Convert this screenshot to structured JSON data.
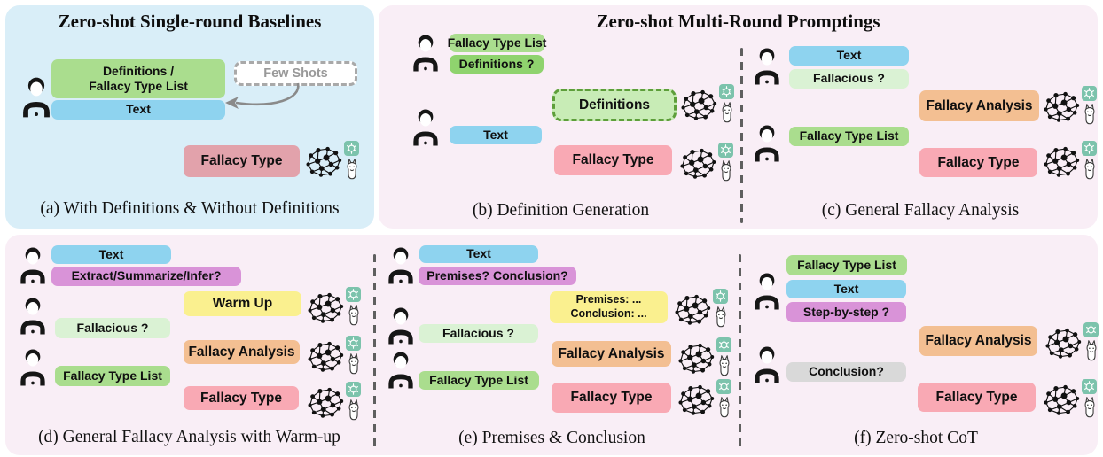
{
  "panel_a": {
    "title": "Zero-shot Single-round Baselines",
    "caption": "(a) With Definitions & Without Definitions",
    "defs_box_line1": "Definitions /",
    "defs_box_line2": "Fallacy Type List",
    "text_box": "Text",
    "few_shots_box": "Few Shots",
    "fallacy_type_box": "Fallacy Type"
  },
  "panel_top": {
    "title": "Zero-shot Multi-Round Promptings"
  },
  "b": {
    "caption": "(b) Definition Generation",
    "fallacy_type_list_box": "Fallacy Type List",
    "definitions_question_box": "Definitions ?",
    "definitions_output_box": "Definitions",
    "text_box": "Text",
    "fallacy_type_box": "Fallacy Type"
  },
  "c": {
    "caption": "(c) General Fallacy Analysis",
    "text_box": "Text",
    "fallacious_box": "Fallacious ?",
    "fallacy_analysis_box": "Fallacy Analysis",
    "fallacy_type_list_box": "Fallacy Type List",
    "fallacy_type_box": "Fallacy Type"
  },
  "d": {
    "caption": "(d) General Fallacy Analysis with Warm-up",
    "text_box": "Text",
    "extract_box": "Extract/Summarize/Infer?",
    "warm_up_box": "Warm Up",
    "fallacious_box": "Fallacious ?",
    "fallacy_analysis_box": "Fallacy Analysis",
    "fallacy_type_list_box": "Fallacy Type List",
    "fallacy_type_box": "Fallacy Type"
  },
  "e": {
    "caption": "(e) Premises & Conclusion",
    "text_box": "Text",
    "premises_question_box": "Premises? Conclusion?",
    "premises_output_line1": "Premises: ...",
    "premises_output_line2": "Conclusion: ...",
    "fallacious_box": "Fallacious ?",
    "fallacy_analysis_box": "Fallacy Analysis",
    "fallacy_type_list_box": "Fallacy Type List",
    "fallacy_type_box": "Fallacy Type"
  },
  "f": {
    "caption": "(f) Zero-shot CoT",
    "fallacy_type_list_box": "Fallacy Type List",
    "text_box": "Text",
    "step_by_step_box": "Step-by-step ?",
    "fallacy_analysis_box": "Fallacy Analysis",
    "conclusion_box": "Conclusion?",
    "fallacy_type_box": "Fallacy Type"
  },
  "icons": {
    "user": "user-at-laptop-icon",
    "model": "neural-network-brain-icon",
    "openai": "openai-logo-icon",
    "llama": "llama-icon"
  },
  "colors": {
    "baselines_panel_bg": "#d9eef8",
    "multiround_panel_bg": "#f9eef6",
    "text_box": "#8ed3ef",
    "fallacy_type_list_box": "#aadd8e",
    "definitions_question_box": "#8fd36e",
    "definitions_output_fill": "#c8ecb6",
    "definitions_output_border": "#5d9e3a",
    "fallacious_box": "#daf2d4",
    "fallacy_analysis_box": "#f3bf92",
    "fallacy_type_output": "#f9a9b4",
    "fallacy_type_baseline": "#e2a2ab",
    "warm_up_box": "#faf08f",
    "instruction_purple_box": "#d993d8",
    "conclusion_gray_box": "#d9d9d9",
    "few_shots_border": "#a9a9a9",
    "openai_icon_bg": "#7cc3ac"
  }
}
